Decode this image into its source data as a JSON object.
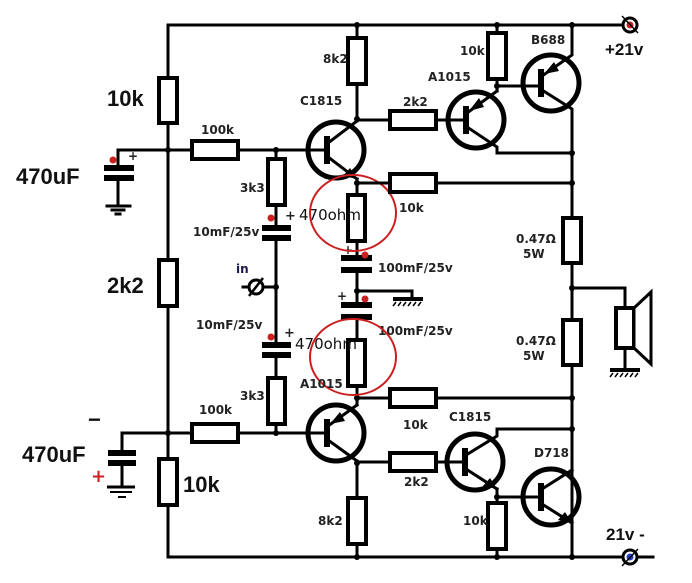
{
  "title": "Audio power amplifier schematic (±21V, complementary output)",
  "supply": {
    "positive_label": "+21v",
    "negative_label": "21v -",
    "positive_color": "#cc1f1f",
    "negative_color": "#1f3fcc"
  },
  "input": {
    "label": "in"
  },
  "components": {
    "r_bias_top": "10k",
    "r_bias_mid": "2k2",
    "r_bias_bot": "10k",
    "c_filter_top": "470uF",
    "c_filter_bot": "470uF",
    "c_filter_bot_neg_sign": "−",
    "r_base_top": "100k",
    "r_base_bot": "100k",
    "r_3k3_top": "3k3",
    "r_3k3_bot": "3k3",
    "c_in_top": "10mF/25v",
    "c_in_bot": "10mF/25v",
    "q1": "C1815",
    "q2": "A1015",
    "r_coll_top": "8k2",
    "r_coll_bot": "8k2",
    "r_emit_top": "470ohm",
    "r_emit_bot": "470ohm",
    "c_emit_top": "100mF/25v",
    "c_emit_bot": "100mF/25v",
    "r_fb_top": "10k",
    "r_fb_bot": "10k",
    "r_drv_top": "2k2",
    "r_drv_bot": "2k2",
    "q3": "A1015",
    "q4": "C1815",
    "r_pull_top": "10k",
    "r_pull_bot": "10k",
    "q5": "B688",
    "q6": "D718",
    "r_out_top": "0.47Ω",
    "r_out_top_power": "5W",
    "r_out_bot": "0.47Ω",
    "r_out_bot_power": "5W",
    "plus_sign": "+"
  },
  "load": {
    "label": "speaker"
  }
}
